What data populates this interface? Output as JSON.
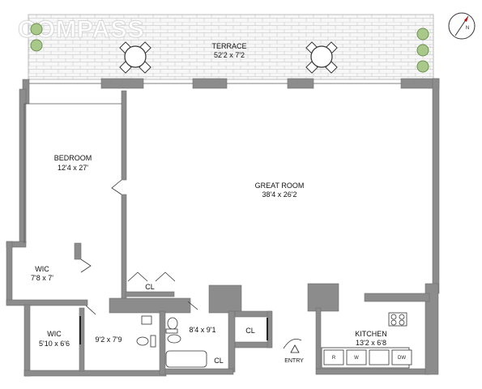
{
  "watermark": "COMPASS",
  "compass_label": "N",
  "rooms": {
    "terrace": {
      "name": "TERRACE",
      "dims": "52'2 x 7'2"
    },
    "bedroom": {
      "name": "BEDROOM",
      "dims": "12'4 x 27'"
    },
    "great_room": {
      "name": "GREAT ROOM",
      "dims": "38'4 x 26'2"
    },
    "wic_upper": {
      "name": "WIC",
      "dims": "7'8 x 7'"
    },
    "wic_lower": {
      "name": "WIC",
      "dims": "5'10 x 6'6"
    },
    "bath_1": {
      "dims": "9'2 x 7'9"
    },
    "bath_2": {
      "dims": "8'4 x 9'1"
    },
    "kitchen": {
      "name": "KITCHEN",
      "dims": "13'2 x 6'8"
    }
  },
  "closets": [
    "CL",
    "CL",
    "CL"
  ],
  "entry": "ENTRY",
  "appliances": {
    "range": "R",
    "washer": "W",
    "dishwasher": "DW"
  },
  "colors": {
    "wall": "#8c8c8c",
    "wall_stroke": "#6f6f6f",
    "terrace_paver": "#c8c8c8",
    "plant": "#9fc27f"
  }
}
